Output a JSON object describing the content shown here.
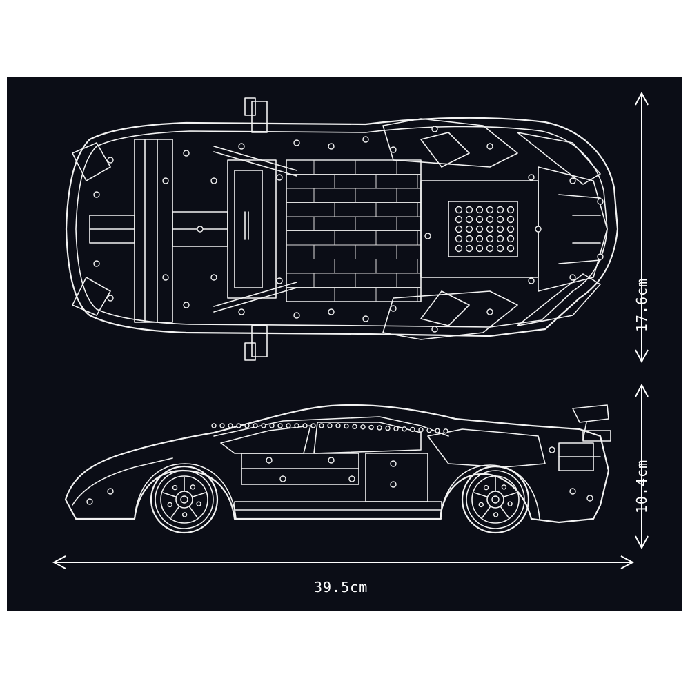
{
  "dimensions": {
    "length": "39.5cm",
    "width_top_view": "17.6cm",
    "height_side_view": "10.4cm"
  },
  "colors": {
    "background": "#0b0d16",
    "line": "#f2f2f2",
    "page": "#ffffff"
  }
}
